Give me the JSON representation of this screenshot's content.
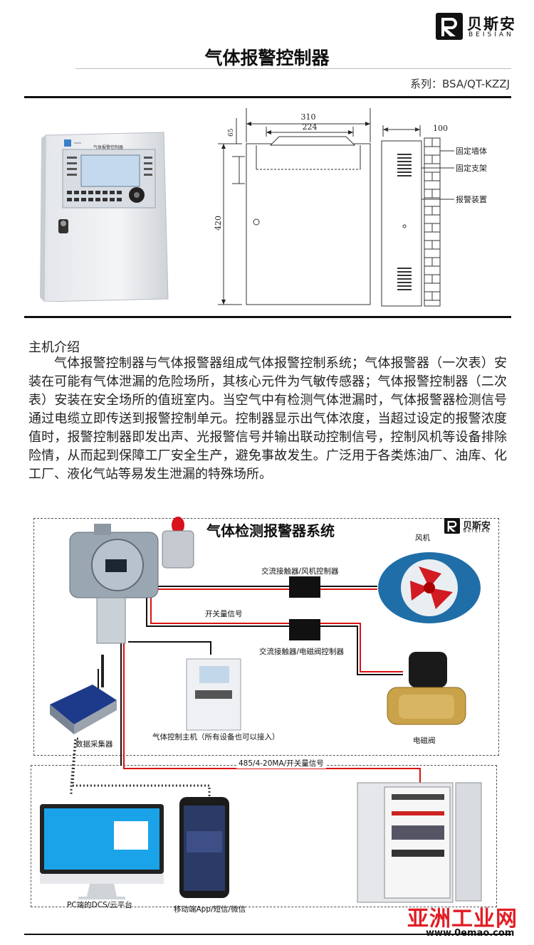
{
  "brand": {
    "name_cn": "贝斯安",
    "name_en": "BEISIAN"
  },
  "header": {
    "title": "气体报警控制器",
    "series": "系列：BSA/QT-KZZJ"
  },
  "device_panel": {
    "title": "气体报警控制器"
  },
  "dimensions": {
    "width_total": "310",
    "width_inner": "224",
    "top_offset": "65",
    "height": "420",
    "depth": "100",
    "callouts": [
      "固定墙体",
      "固定支架",
      "报警装置"
    ]
  },
  "intro": {
    "heading": "主机介绍",
    "paragraph": "气体报警控制器与气体报警器组成气体报警控制系统；气体报警器（一次表）安装在可能有气体泄漏的危险场所，其核心元件为气敏传感器；气体报警控制器（二次表）安装在安全场所的值班室内。当空气中有检测气体泄漏时，气体报警器检测信号通过电缆立即传送到报警控制单元。控制器显示出气体浓度，当超过设定的报警浓度值时，报警控制器即发出声、光报警信号并输出联动控制信号，控制风机等设备排除险情，从而起到保障工厂安全生产，避免事故发生。广泛用于各类炼油厂、油库、化工厂、液化气站等易发生泄漏的特殊场所。"
  },
  "system": {
    "title": "气体检测报警器系统",
    "labels": {
      "fan": "风机",
      "contactor_fan": "交流接触器/风机控制器",
      "switch_signal": "开关量信号",
      "contactor_valve": "交流接触器/电磁阀控制器",
      "valve": "电磁阀",
      "controller": "气体控制主机（所有设备也可以接入）",
      "collector": "数据采集器",
      "bus": "485/4-20MA/开关量信号",
      "pc": "PC端的DCS/云平台",
      "mobile": "移动端App/短信/微信"
    }
  },
  "watermark": {
    "text": "亚洲工业网",
    "url": "www.0emao.com"
  }
}
